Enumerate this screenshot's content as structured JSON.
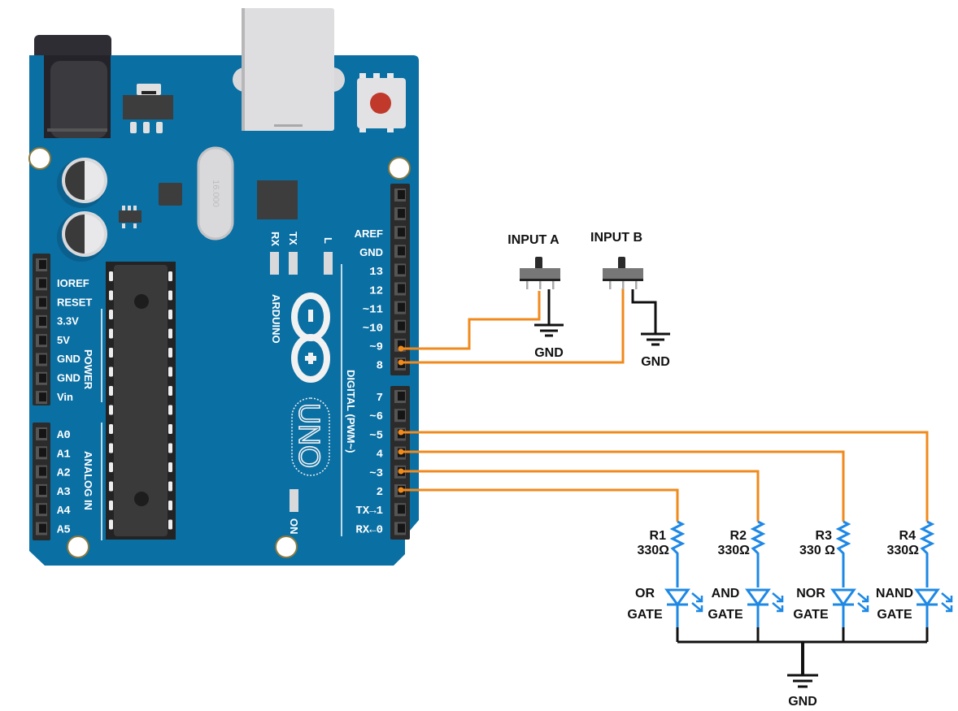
{
  "board": {
    "name": "Arduino UNO",
    "brand_label": "ARDUINO",
    "model_label": "UNO",
    "crystal_label": "16.000",
    "led_labels": {
      "rx": "RX",
      "tx": "TX",
      "l": "L",
      "on": "ON"
    },
    "section_labels": {
      "power": "POWER",
      "analog": "ANALOG IN",
      "digital": "DIGITAL (PWM~)"
    },
    "power_pins": [
      "IOREF",
      "RESET",
      "3.3V",
      "5V",
      "GND",
      "GND",
      "Vin"
    ],
    "analog_pins": [
      "A0",
      "A1",
      "A2",
      "A3",
      "A4",
      "A5"
    ],
    "digital_pins_upper": [
      "AREF",
      "GND",
      "13",
      "12",
      "~11",
      "~10",
      "~9",
      "8"
    ],
    "digital_pins_lower": [
      "7",
      "~6",
      "~5",
      "4",
      "~3",
      "2",
      "TX→1",
      "RX←0"
    ],
    "colors": {
      "board": "#0A6FA3",
      "header": "#2B2B2B",
      "wire": "#F08A1C",
      "led": "#1E88E5",
      "reset": "#C0392B"
    }
  },
  "switches": [
    {
      "label": "INPUT A",
      "pin": "~9",
      "gnd_label": "GND"
    },
    {
      "label": "INPUT B",
      "pin": "8",
      "gnd_label": "GND"
    }
  ],
  "outputs": [
    {
      "resistor": "R1",
      "value": "330Ω",
      "gate": [
        "OR",
        "GATE"
      ],
      "pin": "2"
    },
    {
      "resistor": "R2",
      "value": "330Ω",
      "gate": [
        "AND",
        "GATE"
      ],
      "pin": "~3"
    },
    {
      "resistor": "R3",
      "value": "330 Ω",
      "gate": [
        "NOR",
        "GATE"
      ],
      "pin": "4"
    },
    {
      "resistor": "R4",
      "value": "330Ω",
      "gate": [
        "NAND",
        "GATE"
      ],
      "pin": "~5"
    }
  ],
  "common_ground_label": "GND"
}
